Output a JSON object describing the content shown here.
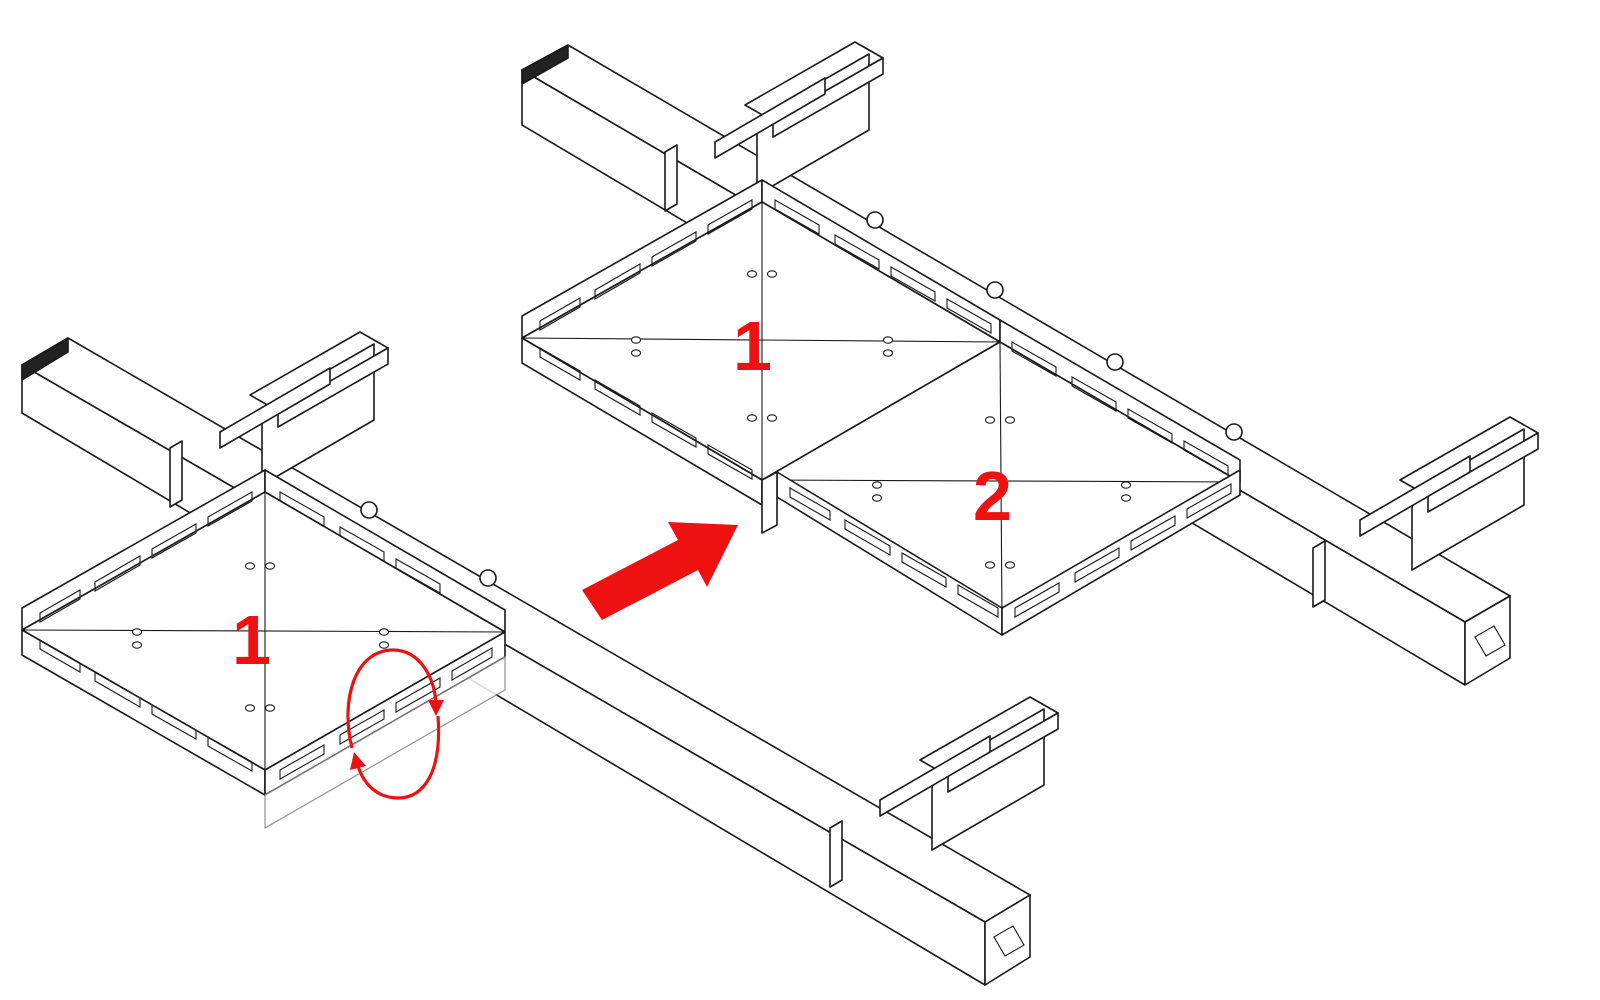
{
  "diagram": {
    "left_scene": {
      "tray_label": "1"
    },
    "right_scene": {
      "tray_labels": [
        "1",
        "2"
      ]
    },
    "colors": {
      "annotation": "#ee1111",
      "line": "#1a1a1a",
      "background": "#ffffff"
    },
    "icons": {
      "rotate": "rotate-arrows-icon",
      "transition": "right-arrow-icon"
    }
  }
}
